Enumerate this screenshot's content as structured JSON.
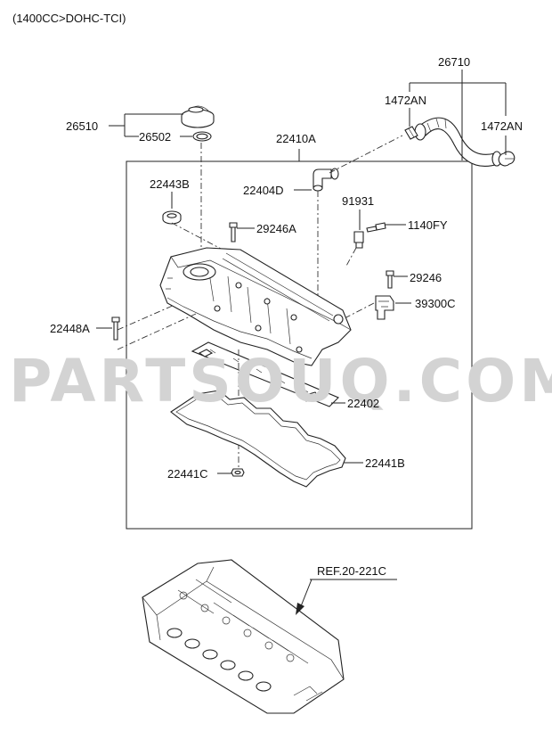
{
  "header": {
    "engine_label": "(1400CC>DOHC-TCI)"
  },
  "watermark": {
    "text": "PARTSOUQ.COM"
  },
  "parts": {
    "p26710": "26710",
    "p1472AN_left": "1472AN",
    "p1472AN_right": "1472AN",
    "p26510": "26510",
    "p26502": "26502",
    "p22410A": "22410A",
    "p22443B": "22443B",
    "p22404D": "22404D",
    "p91931": "91931",
    "p1140FY": "1140FY",
    "p29246A": "29246A",
    "p29246": "29246",
    "p39300C": "39300C",
    "p22448A": "22448A",
    "p22402": "22402",
    "p22441B": "22441B",
    "p22441C": "22441C"
  },
  "reference": {
    "text": "REF.20-221C"
  }
}
